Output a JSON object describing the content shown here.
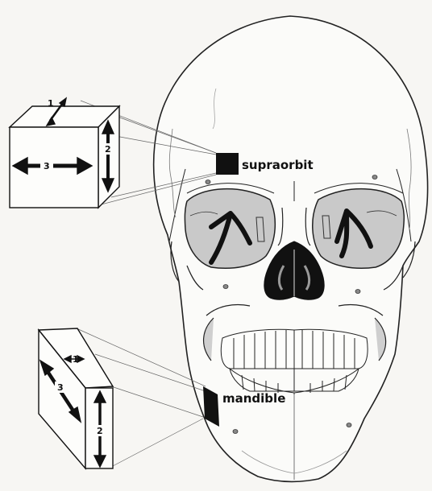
{
  "labels": {
    "supraorbit": "supraorbit",
    "mandible": "mandible"
  },
  "upper_block": {
    "dim_1": "1",
    "dim_2": "2",
    "dim_3": "3"
  },
  "lower_block": {
    "dim_1": "1",
    "dim_2": "2",
    "dim_3": "3"
  },
  "colors": {
    "background": "#f7f6f3",
    "bone_line": "#222222",
    "orbit_fill": "#c9c9c9",
    "marker": "#111111"
  }
}
